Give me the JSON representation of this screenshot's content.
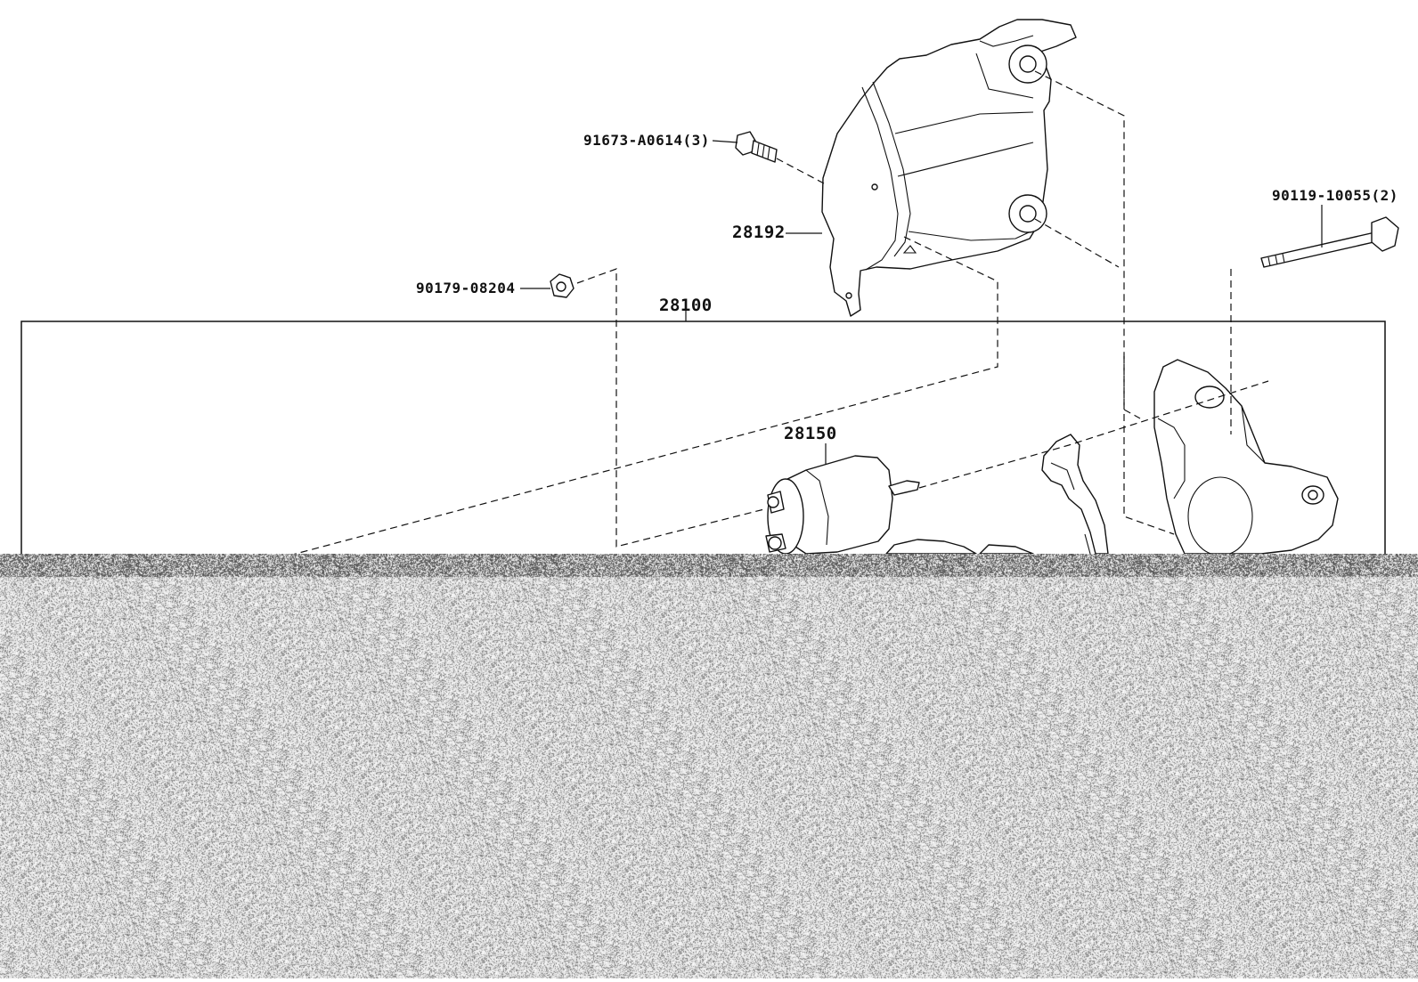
{
  "diagram": {
    "labels": {
      "bolt_heat_shield": "91673-A0614(3)",
      "heat_shield": "28192",
      "mount_bolt": "90119-10055(2)",
      "nut": "90179-08204",
      "starter_assembly": "28100",
      "magnetic_switch": "28150"
    }
  }
}
